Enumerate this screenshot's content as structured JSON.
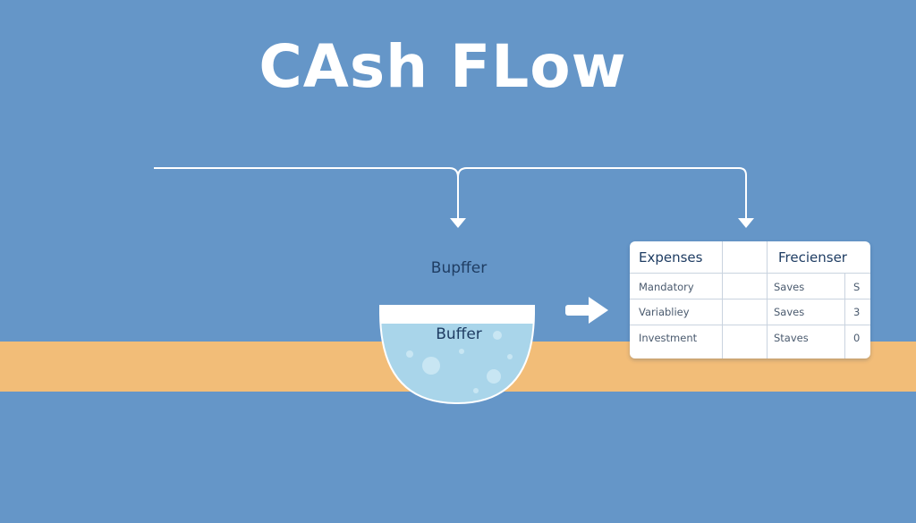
{
  "title": "CAsh FLow",
  "buffer": {
    "label_above": "Bupffer",
    "label_inside": "Buffer"
  },
  "table": {
    "headers": [
      "Expenses",
      "",
      "Frecienser",
      ""
    ],
    "rows": [
      {
        "label": "Mandatory",
        "kind": "Saves",
        "value": "S"
      },
      {
        "label": "Variabliey",
        "kind": "Saves",
        "value": "3"
      },
      {
        "label": "Investment",
        "kind": "Staves",
        "value": "0"
      }
    ]
  },
  "colors": {
    "background": "#6596c8",
    "band": "#f2bd78",
    "water": "#a9d5ea",
    "text_dark": "#1f3d63"
  }
}
